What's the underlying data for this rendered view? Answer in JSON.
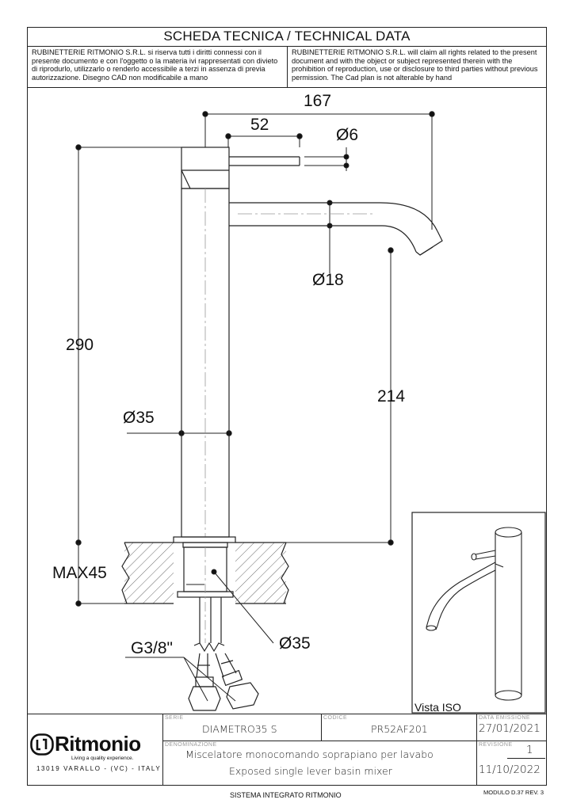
{
  "header": {
    "title": "SCHEDA TECNICA / TECHNICAL DATA",
    "notice_it": "RUBINETTERIE RITMONIO S.R.L. si riserva tutti i diritti connessi con il\npresente documento e con l'oggetto o la materia ivi rappresentati con divieto\ndi riprodurlo, utilizzarlo o renderlo accessibile a terzi in assenza di previa\nautorizzazione. Disegno CAD non modificabile a mano",
    "notice_en": "RUBINETTERIE RITMONIO S.R.L. will claim all rights related to the present\ndocument and with the object or subject represented therein with the\nprohibition  of reproduction, use or disclosure to third parties without previous\npermission.  The Cad plan is not alterable by hand"
  },
  "dimensions": {
    "overall_width": "167",
    "lever_length": "52",
    "lever_diameter": "Ø6",
    "spout_diameter": "Ø18",
    "total_height": "290",
    "body_diameter": "Ø35",
    "spout_height": "214",
    "deck_thickness": "MAX45",
    "shank_diameter": "Ø35",
    "connection": "G3/8\""
  },
  "iso_view": {
    "caption": "Vista ISO"
  },
  "title_block": {
    "brand": "Ritmonio",
    "tagline": "Living a quality experience.",
    "address": "13019 VARALLO - (VC) - ITALY",
    "series_label": "SERIE",
    "series": "DIAMETRO35  S",
    "code_label": "CODICE",
    "code": "PR52AF201",
    "date_label": "DATA EMISSIONE",
    "issue_date": "27/01/2021",
    "designation_label": "DENOMINAZIONE",
    "description_it": "Miscelatore monocomando soprapiano per lavabo",
    "description_en": "Exposed single lever basin mixer",
    "revision_label": "REVISIONE",
    "revision": "1",
    "revision_date": "11/10/2022"
  },
  "footer": {
    "system": "SISTEMA INTEGRATO RITMONIO",
    "module": "MODULO D.37 REV. 3"
  }
}
